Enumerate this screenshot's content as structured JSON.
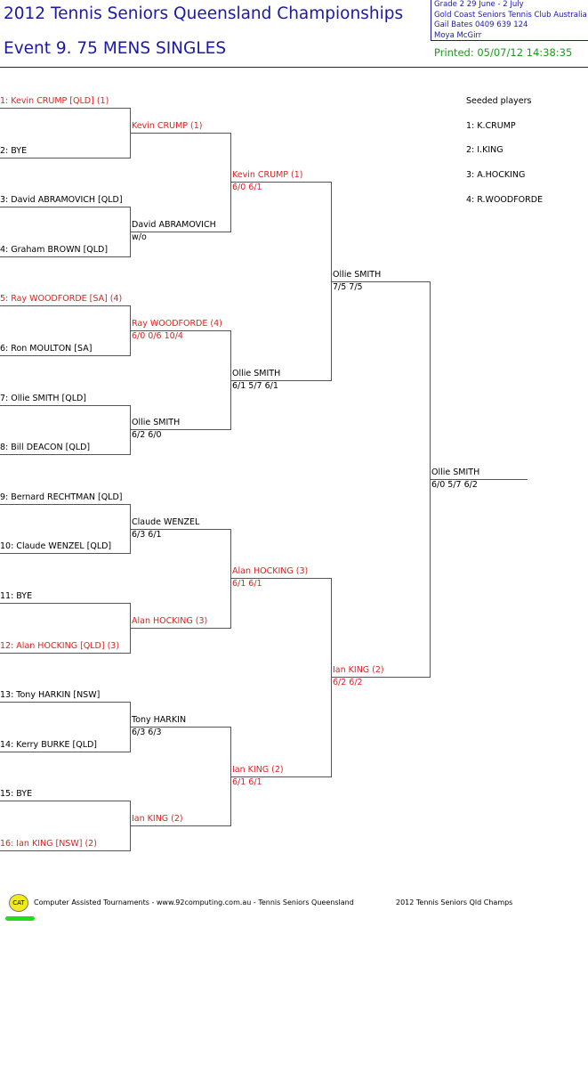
{
  "header": {
    "title": "2012 Tennis Seniors Queensland Championships",
    "event": "Event 9. 75 MENS SINGLES",
    "info_lines": [
      "Grade 2    29 June - 2 July",
      "Gold Coast Seniors Tennis Club    Australia",
      "Gail Bates    0409 639 124",
      "Moya McGirr"
    ],
    "printed": "Printed: 05/07/12 14:38:35"
  },
  "seeds": {
    "heading": "Seeded players",
    "list": [
      "1: K.CRUMP",
      "2: I.KING",
      "3: A.HOCKING",
      "4: R.WOODFORDE"
    ]
  },
  "round1": [
    {
      "name": "1: Kevin CRUMP [QLD] (1)",
      "seeded": true
    },
    {
      "name": "2: BYE",
      "seeded": false
    },
    {
      "name": "3: David ABRAMOVICH [QLD]",
      "seeded": false
    },
    {
      "name": "4: Graham BROWN [QLD]",
      "seeded": false
    },
    {
      "name": "5: Ray WOODFORDE [SA] (4)",
      "seeded": true
    },
    {
      "name": "6: Ron MOULTON [SA]",
      "seeded": false
    },
    {
      "name": "7: Ollie SMITH [QLD]",
      "seeded": false
    },
    {
      "name": "8: Bill DEACON [QLD]",
      "seeded": false
    },
    {
      "name": "9: Bernard RECHTMAN [QLD]",
      "seeded": false
    },
    {
      "name": "10: Claude WENZEL [QLD]",
      "seeded": false
    },
    {
      "name": "11: BYE",
      "seeded": false
    },
    {
      "name": "12: Alan HOCKING [QLD] (3)",
      "seeded": true
    },
    {
      "name": "13: Tony HARKIN [NSW]",
      "seeded": false
    },
    {
      "name": "14: Kerry BURKE [QLD]",
      "seeded": false
    },
    {
      "name": "15: BYE",
      "seeded": false
    },
    {
      "name": "16: Ian KING [NSW] (2)",
      "seeded": true
    }
  ],
  "round2": [
    {
      "name": "Kevin CRUMP (1)",
      "score": "",
      "seeded": true
    },
    {
      "name": "David ABRAMOVICH",
      "score": "w/o",
      "seeded": false
    },
    {
      "name": "Ray WOODFORDE (4)",
      "score": "6/0 0/6 10/4",
      "seeded": true
    },
    {
      "name": "Ollie SMITH",
      "score": "6/2 6/0",
      "seeded": false
    },
    {
      "name": "Claude WENZEL",
      "score": "6/3 6/1",
      "seeded": false
    },
    {
      "name": "Alan HOCKING (3)",
      "score": "",
      "seeded": true
    },
    {
      "name": "Tony HARKIN",
      "score": "6/3 6/3",
      "seeded": false
    },
    {
      "name": "Ian KING (2)",
      "score": "",
      "seeded": true
    }
  ],
  "round3": [
    {
      "name": "Kevin CRUMP (1)",
      "score": "6/0 6/1",
      "seeded": true
    },
    {
      "name": "Ollie SMITH",
      "score": "6/1 5/7 6/1",
      "seeded": false
    },
    {
      "name": "Alan HOCKING (3)",
      "score": "6/1 6/1",
      "seeded": true
    },
    {
      "name": "Ian KING (2)",
      "score": "6/1 6/1",
      "seeded": true
    }
  ],
  "round4": [
    {
      "name": "Ollie SMITH",
      "score": "7/5 7/5",
      "seeded": false
    },
    {
      "name": "Ian KING (2)",
      "score": "6/2 6/2",
      "seeded": true
    }
  ],
  "final": {
    "name": "Ollie SMITH",
    "score": "6/0 5/7 6/2"
  },
  "footer": {
    "logo": "CAT",
    "text1": "Computer Assisted Tournaments - www.92computing.com.au -  Tennis Seniors Queensland",
    "text2": "2012 Tennis Seniors Qld Champs"
  }
}
